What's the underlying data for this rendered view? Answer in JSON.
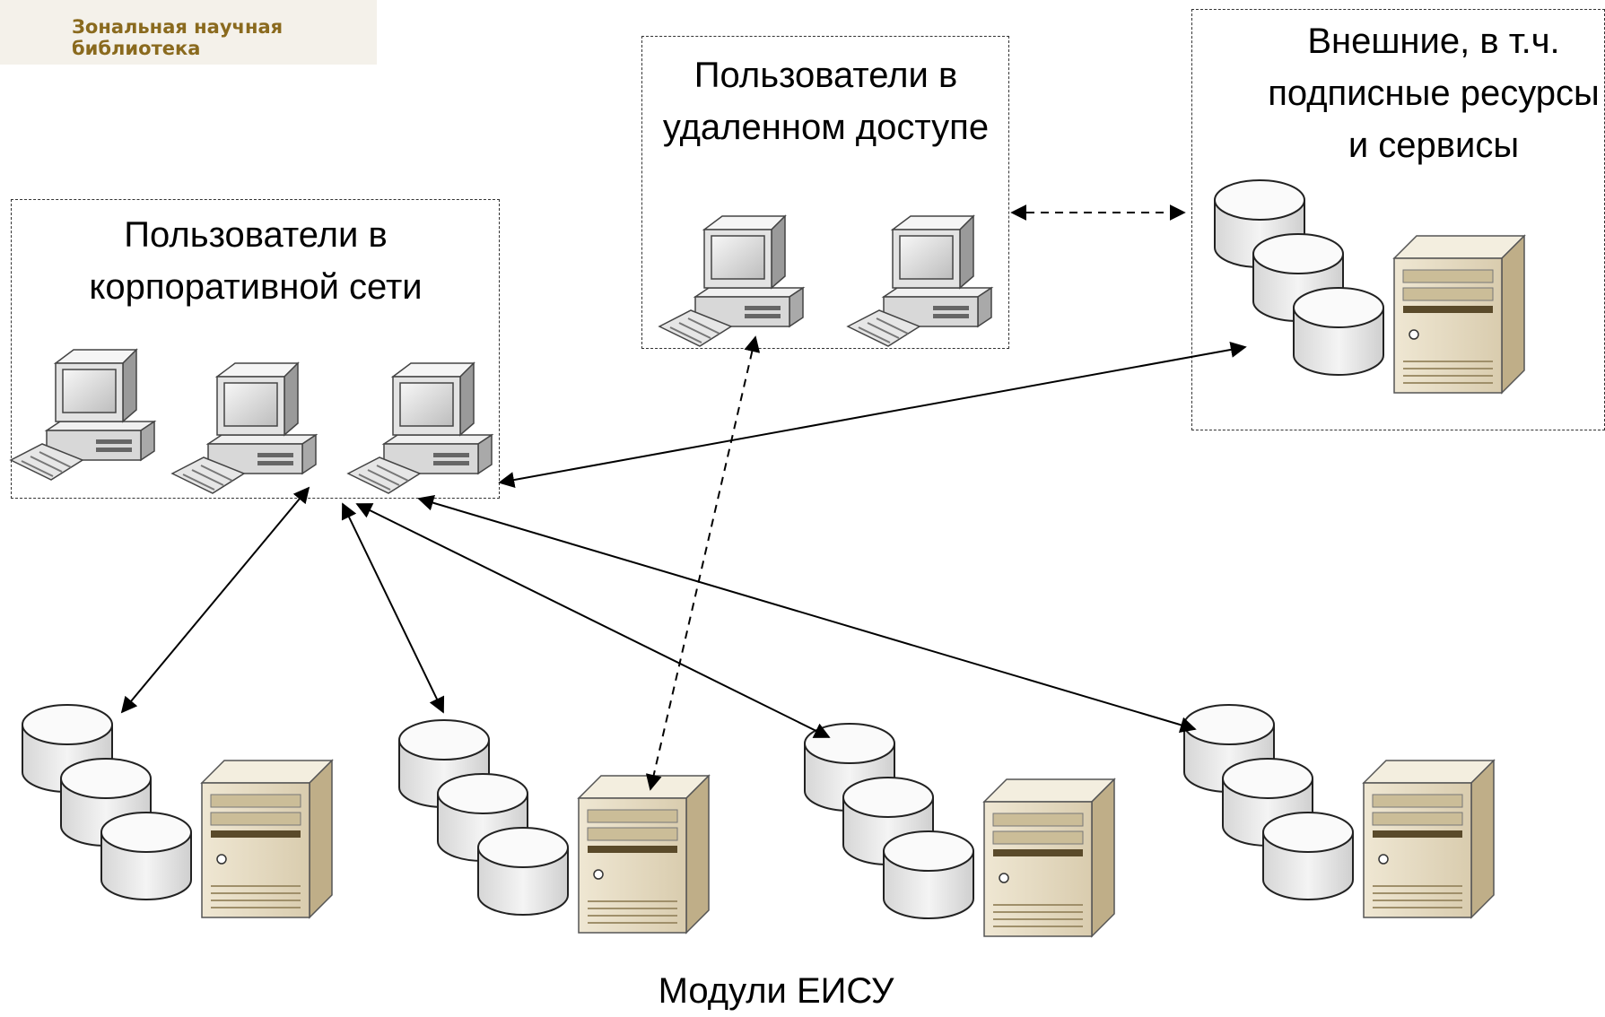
{
  "logo": {
    "line1": "Зональная научная",
    "line2": "библиотека"
  },
  "groups": {
    "corporate": "Пользователи в корпоративной сети",
    "remote": "Пользователи в удаленном доступе",
    "external": "Внешние, в т.ч. подписные ресурсы и сервисы"
  },
  "modules_label": "Модули ЕИСУ",
  "icons": [
    "workstation-icon",
    "database-icon",
    "server-tower-icon"
  ],
  "colors": {
    "server_body": "#e6dcc6",
    "disk": "#e8e8e8",
    "logo_text": "#8a6a1e"
  }
}
